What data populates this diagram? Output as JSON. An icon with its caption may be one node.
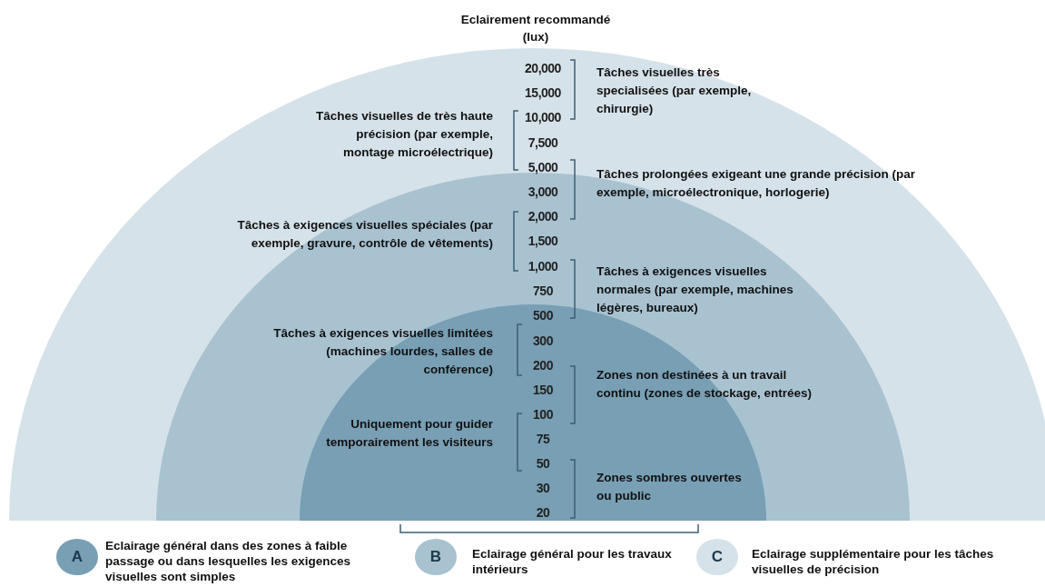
{
  "diagram": {
    "title": "Eclairement recommandé (lux)",
    "labels": [
      "20,000",
      "Tâches visuelles très specialisées (par exemple, chirurgie)",
      "15,000",
      "Tâches visuelles de très haute précision (par exemple, montage microélectrique)",
      "10,000",
      "7,500",
      "5,000",
      "Tâches prolongées exigeant une grande précision (par exemple, microélectronique, horlogerie)",
      "3,000",
      "Tâches à exigences visuelles spéciales (par exemple, gravure, contrôle de vêtements)",
      "2,000",
      "1,500",
      "1,000",
      "Tâches à exigences visuelles normales (par exemple, machines légères, bureaux)",
      "750",
      "500",
      "Tâches à exigences visuelles limitées (machines lourdes, salles de conférence)",
      "300",
      "200",
      "Zones non destinées à un travail continu (zones de stockage, entrées)",
      "150",
      "100",
      "Uniquement pour guider temporairement les visiteurs",
      "75",
      "50",
      "Zones sombres ouvertes ou public",
      "30",
      "20",
      "A",
      "B",
      "C"
    ],
    "legend": [
      {
        "text": "Eclairage général dans des zones à faible passage ou dans lesquelles les exigences visuelles sont simples",
        "color": "#789fb4"
      },
      {
        "text": "Eclairage général pour les travaux intérieurs",
        "color": "#a8c2d0"
      },
      {
        "text": "Eclairage supplémentaire pour les tâches visuelles de précision",
        "color": "#d6e2e9"
      }
    ]
  }
}
